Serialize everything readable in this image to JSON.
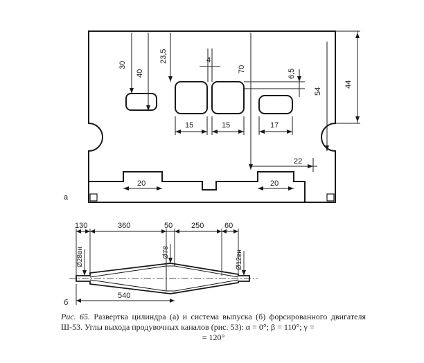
{
  "diagram_a": {
    "label": "а",
    "dimensions": {
      "d30": "30",
      "d40": "40",
      "d23_5": "23,5",
      "d4": "4",
      "d70": "70",
      "d6_5": "6,5",
      "d54": "54",
      "d44": "44",
      "d15_left": "15",
      "d15_right": "15",
      "d17": "17",
      "d22": "22",
      "d20_left": "20",
      "d20_right": "20"
    }
  },
  "diagram_b": {
    "label": "б",
    "dimensions": {
      "d130": "130",
      "d360": "360",
      "d50": "50",
      "d250": "250",
      "d60": "60",
      "dia_in": "Ø28вн",
      "dia_mid": "Ø78",
      "dia_out": "Ø12вн",
      "d540": "540"
    }
  },
  "caption": {
    "label": "Рис. 65.",
    "text": "Развертка цилиндра (а) и система выпуска (б) форсированного двигателя Ш-53. Углы выхода продувочных каналов (рис. 53): α = 0°; β = 110°; γ =",
    "last_line": "= 120°"
  }
}
